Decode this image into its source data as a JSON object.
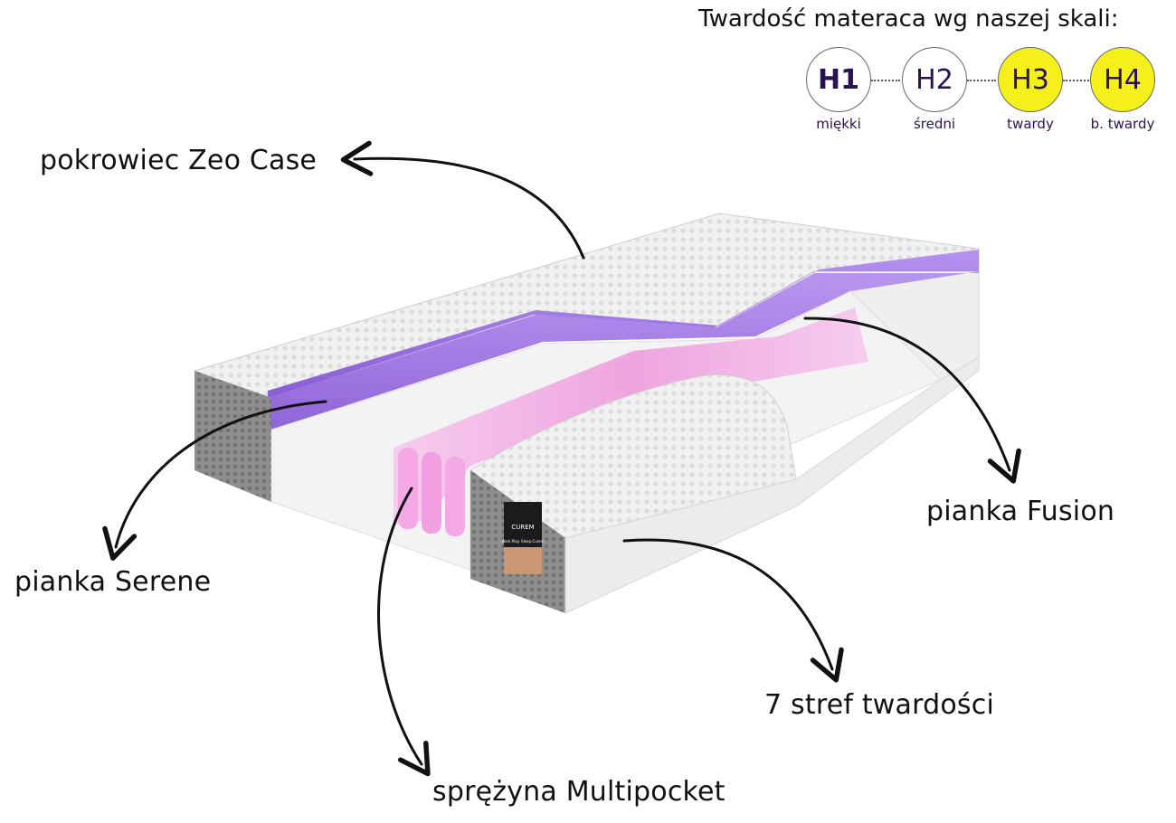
{
  "labels": {
    "case": "pokrowiec Zeo Case",
    "serene": "pianka Serene",
    "spring": "sprężyna Multipocket",
    "zones": "7 stref twardości",
    "fusion": "pianka Fusion"
  },
  "scale": {
    "title": "Twardość materaca wg naszej skali:",
    "items": [
      {
        "code": "H1",
        "desc": "miękki",
        "active": false
      },
      {
        "code": "H2",
        "desc": "średni",
        "active": false
      },
      {
        "code": "H3",
        "desc": "twardy",
        "active": true
      },
      {
        "code": "H4",
        "desc": "b. twardy",
        "active": true
      }
    ]
  },
  "brand": {
    "tag_logo": "CUREM",
    "tag_text": "Work.Play. Sleep.Curem"
  },
  "colors": {
    "active_level": "#f5f01c",
    "level_text": "#2a1252",
    "purple_foam": "#9b6fe0",
    "pink_spring": "#f4a9e6",
    "grey_side": "#8a8a8a"
  }
}
